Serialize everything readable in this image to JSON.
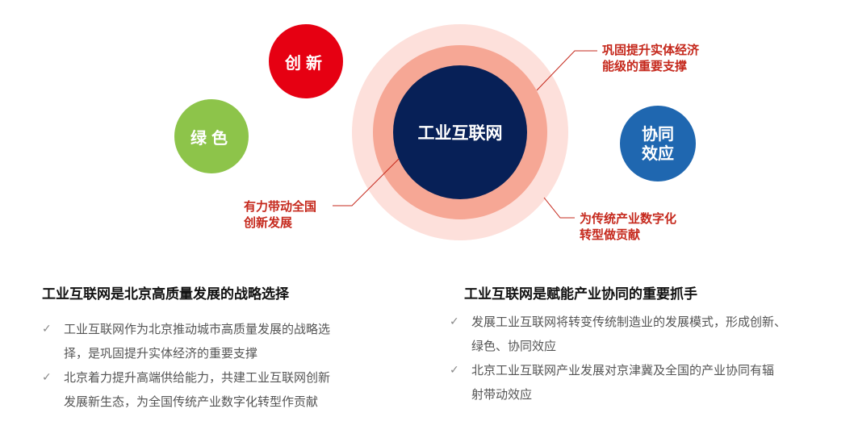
{
  "diagram": {
    "center": "工业互联网",
    "bubbles": {
      "innovation": "创新",
      "green": "绿色",
      "synergy_line1": "协同",
      "synergy_line2": "效应"
    },
    "callouts": {
      "top_right_line1": "巩固提升实体经济",
      "top_right_line2": "能级的重要支撑",
      "left_line1": "有力带动全国",
      "left_line2": "创新发展",
      "bottom_right_line1": "为传统产业数字化",
      "bottom_right_line2": "转型做贡献"
    },
    "colors": {
      "core": "#072057",
      "ring_outer": "#fde0db",
      "ring_inner": "#f6a795",
      "innovation": "#e60012",
      "green": "#8dc44a",
      "synergy": "#1f67b0",
      "callout_text": "#c5281c"
    }
  },
  "sections": [
    {
      "title": "工业互联网是北京高质量发展的战略选择",
      "bullets": [
        {
          "line1": "工业互联网作为北京推动城市高质量发展的战略选",
          "line2": "择，是巩固提升实体经济的重要支撑"
        },
        {
          "line1": "北京着力提升高端供给能力，共建工业互联网创新",
          "line2": "发展新生态，为全国传统产业数字化转型作贡献"
        }
      ]
    },
    {
      "title": "工业互联网是赋能产业协同的重要抓手",
      "bullets": [
        {
          "line1": "发展工业互联网将转变传统制造业的发展模式，形成创新、",
          "line2": "绿色、协同效应"
        },
        {
          "line1": "北京工业互联网产业发展对京津冀及全国的产业协同有辐",
          "line2": "射带动效应"
        }
      ]
    }
  ],
  "icons": {
    "bullet": "check-icon",
    "check_glyph": "✓"
  }
}
